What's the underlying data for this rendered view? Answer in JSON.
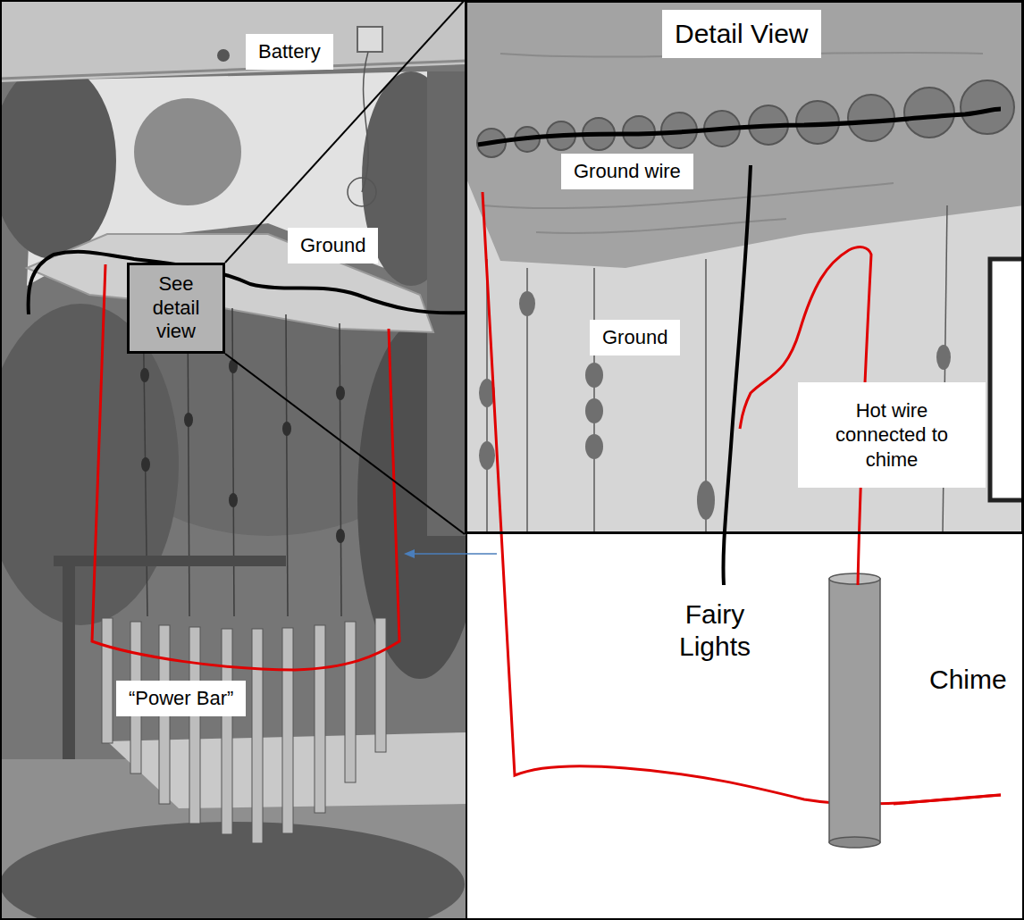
{
  "diagram": {
    "nodes": [
      {
        "text": [
          "Battery"
        ]
      },
      {
        "text": [
          "Ground"
        ]
      },
      {
        "text": [
          "See detail view"
        ]
      },
      {
        "text": [
          "“Power Bar”"
        ]
      },
      {
        "text": [
          "Detail View"
        ]
      },
      {
        "text": [
          "Ground wire"
        ],
        "in": 4
      },
      {
        "text": [
          "Ground"
        ],
        "in": 4
      },
      {
        "text": [
          "Hot wire connected to chime"
        ],
        "in": 4
      }
    ],
    "edges": [
      {
        "from": 2,
        "to": 4,
        "arrow": "none"
      },
      {
        "from": 2,
        "to": 4,
        "arrow": "none"
      }
    ],
    "labels": [
      "Fairy Lights",
      "Chime"
    ]
  }
}
